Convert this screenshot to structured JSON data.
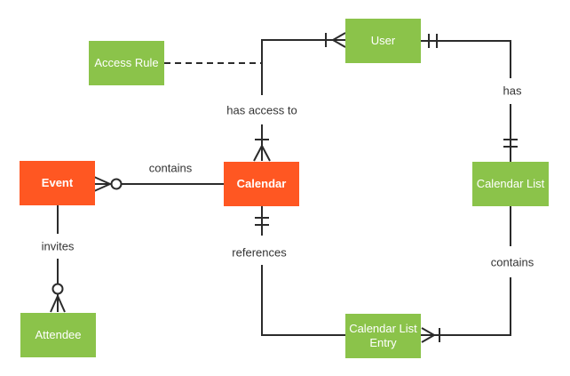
{
  "diagram": {
    "type": "entity-relationship",
    "colors": {
      "entity_green": "#8BC34A",
      "entity_orange": "#FF5722",
      "line": "#2b2b2b",
      "label_text": "#333333",
      "entity_text": "#ffffff"
    },
    "entities": [
      {
        "id": "access-rule",
        "label": "Access Rule",
        "color": "#8BC34A"
      },
      {
        "id": "user",
        "label": "User",
        "color": "#8BC34A"
      },
      {
        "id": "event",
        "label": "Event",
        "color": "#FF5722"
      },
      {
        "id": "calendar",
        "label": "Calendar",
        "color": "#FF5722"
      },
      {
        "id": "calendar-list",
        "label": "Calendar List",
        "color": "#8BC34A"
      },
      {
        "id": "attendee",
        "label": "Attendee",
        "color": "#8BC34A"
      },
      {
        "id": "calendar-list-entry",
        "label": "Calendar List Entry",
        "color": "#8BC34A"
      }
    ],
    "relationships": [
      {
        "label": "contains",
        "from": "calendar",
        "to": "event",
        "event_end": "zero-or-many",
        "calendar_end": "plain"
      },
      {
        "label": "invites",
        "from": "event",
        "to": "attendee",
        "attendee_end": "zero-or-many",
        "event_end": "plain"
      },
      {
        "label": "has access to",
        "from": "calendar",
        "to": "user",
        "user_end": "one-or-many",
        "calendar_end": "one-or-many"
      },
      {
        "label": "has",
        "from": "user",
        "to": "calendar-list",
        "user_end": "one-and-only-one",
        "calendar_list_end": "one-and-only-one"
      },
      {
        "label": "contains",
        "from": "calendar-list",
        "to": "calendar-list-entry",
        "entry_end": "one-or-many",
        "calendar_list_end": "plain"
      },
      {
        "label": "references",
        "from": "calendar",
        "to": "calendar-list-entry",
        "calendar_end": "one-and-only-one",
        "entry_end": "plain"
      },
      {
        "label": "",
        "from": "access-rule",
        "to": "has-access-to-relationship",
        "style": "dashed"
      }
    ]
  }
}
